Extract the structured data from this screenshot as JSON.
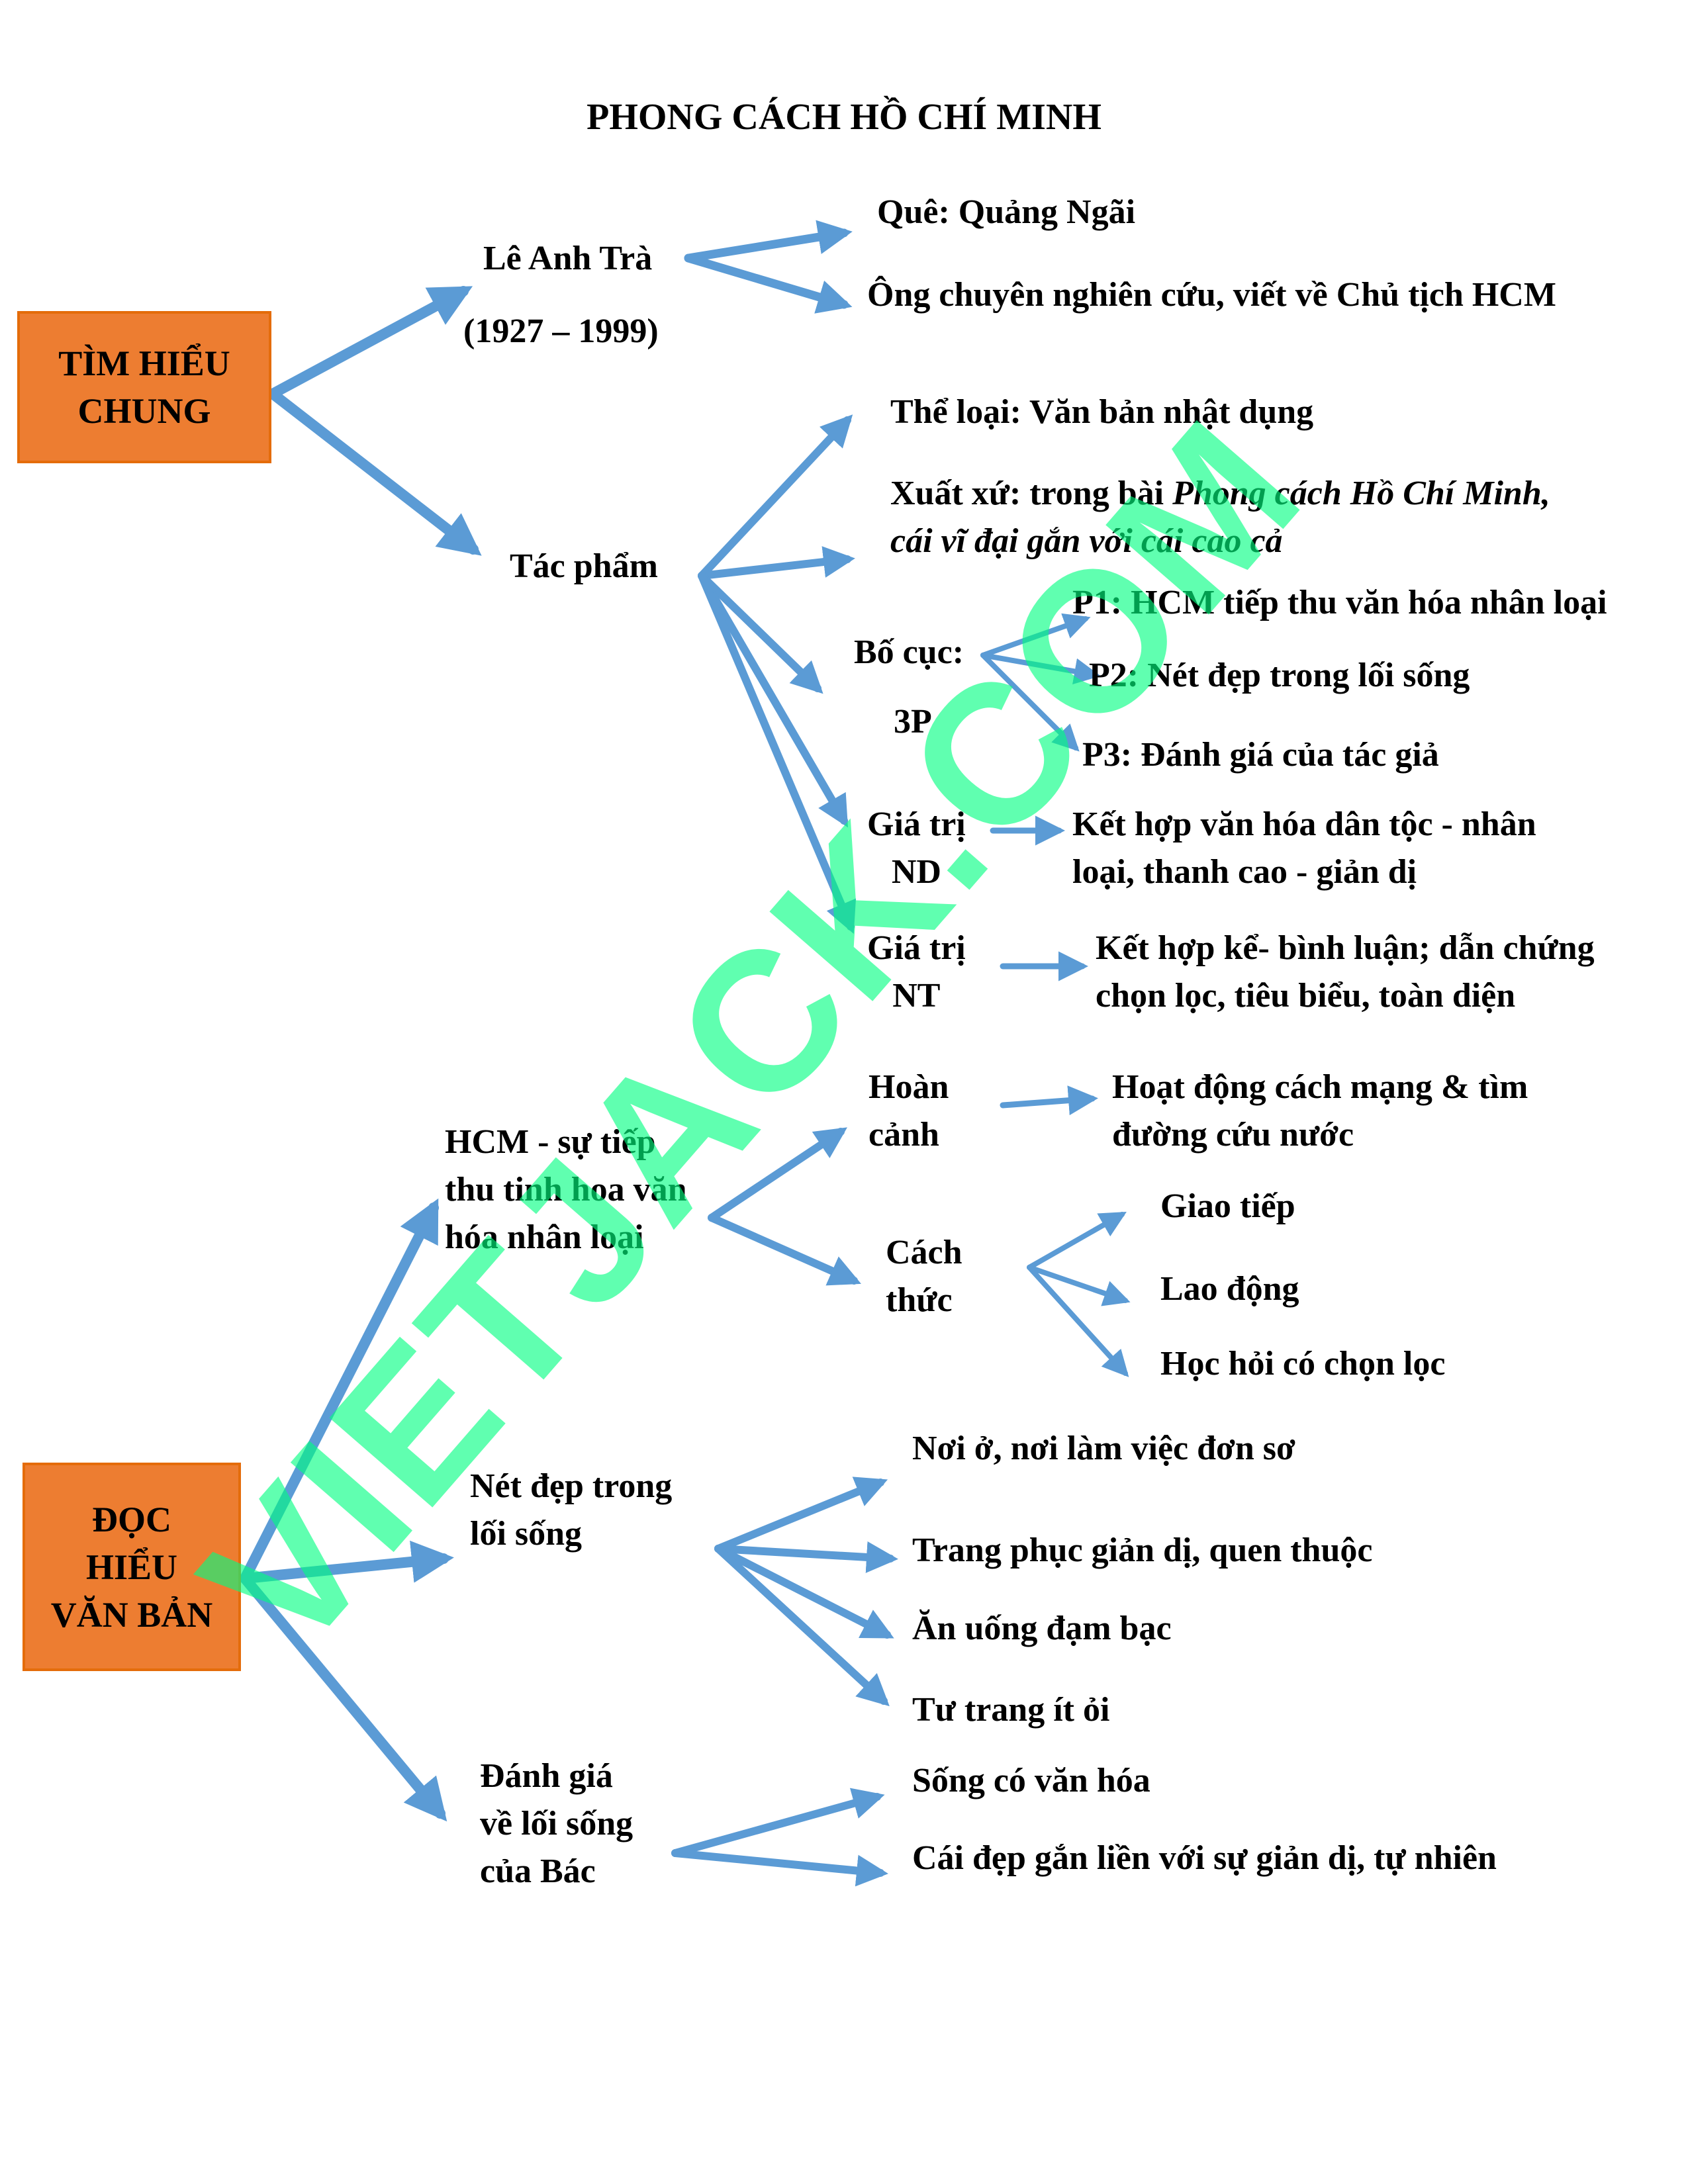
{
  "title": "PHONG CÁCH HỒ CHÍ MINH",
  "watermark": "VIETJACK.COM",
  "colors": {
    "box": "#ED7D31",
    "arrow": "#5B9BD5",
    "watermark": "#00FF80"
  },
  "section1": {
    "box": "TÌM HIỂU\nCHUNG",
    "author": {
      "name": "Lê Anh Trà",
      "years": "(1927 – 1999)",
      "details": [
        "Quê: Quảng Ngãi",
        "Ông chuyên nghiên cứu, viết về Chủ tịch HCM"
      ]
    },
    "work": {
      "label": "Tác phẩm",
      "genre": "Thể loại: Văn bản nhật dụng",
      "origin_prefix": "Xuất xứ: trong bài ",
      "origin_italic_1": "Phong cách Hồ Chí Minh,",
      "origin_italic_2": "cái vĩ đại gắn với cái cao cả",
      "layout_label": "Bố cục:",
      "layout_count": "3P",
      "parts": [
        "P1: HCM tiếp thu văn hóa nhân loại",
        "P2: Nét đẹp trong lối sống",
        "P3: Đánh giá của tác giả"
      ],
      "content_value_label": "Giá trị\nND",
      "content_value": "Kết hợp văn hóa dân tộc - nhân\nloại, thanh cao - giản dị",
      "art_value_label": "Giá trị\nNT",
      "art_value": "Kết hợp kể- bình luận; dẫn chứng\nchọn lọc, tiêu biểu, toàn diện"
    }
  },
  "section2": {
    "box": "ĐỌC\nHIỂU\nVĂN BẢN",
    "branch1": {
      "label": "HCM - sự tiếp\nthu tinh hoa văn\nhóa nhân loại",
      "context_label": "Hoàn\ncảnh",
      "context": "Hoạt động cách mạng & tìm\nđường cứu nước",
      "method_label": "Cách\nthức",
      "methods": [
        "Giao tiếp",
        "Lao động",
        "Học hỏi có chọn lọc"
      ]
    },
    "branch2": {
      "label": "Nét đẹp trong\nlối sống",
      "items": [
        "Nơi ở, nơi làm việc đơn sơ",
        "Trang phục giản dị, quen thuộc",
        "Ăn uống đạm bạc",
        "Tư trang ít ỏi"
      ]
    },
    "branch3": {
      "label": "Đánh giá\nvề lối sống\ncủa Bác",
      "items": [
        "Sống có văn hóa",
        "Cái đẹp gắn liền với sự giản dị, tự nhiên"
      ]
    }
  }
}
